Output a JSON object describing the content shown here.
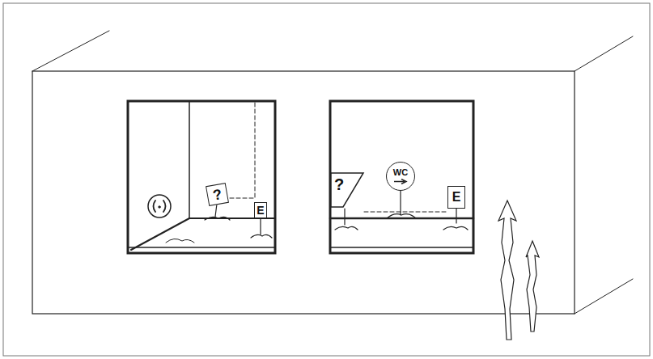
{
  "diagram": {
    "nodes": [
      {
        "text": [
          "?"
        ]
      },
      {
        "text": [
          "E"
        ]
      },
      {
        "text": [
          "?"
        ]
      },
      {
        "text": [
          "WC"
        ]
      },
      {
        "text": [
          "E"
        ]
      }
    ]
  }
}
